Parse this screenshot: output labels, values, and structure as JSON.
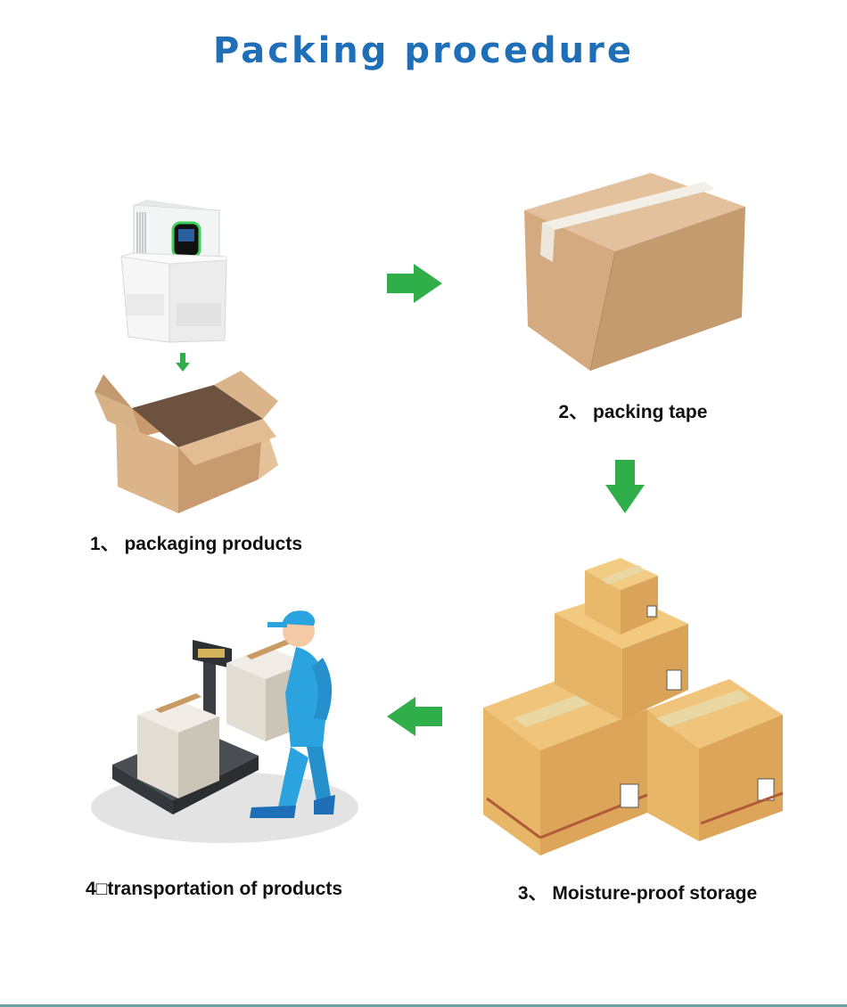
{
  "title": "Packing procedure",
  "steps": [
    {
      "label": "1、 packaging products"
    },
    {
      "label": "2、 packing tape"
    },
    {
      "label": "3、 Moisture-proof storage"
    },
    {
      "label": "4□transportation of products"
    }
  ],
  "colors": {
    "title": "#1f6fb8",
    "arrow": "#2fae4a",
    "cardboard": "#d1a77d",
    "worker": "#2aa3df"
  },
  "icons": [
    "inverter-in-foam-image",
    "open-carton-image",
    "taped-carton-image",
    "stacked-boxes-image",
    "worker-with-scale-image",
    "arrow-right-icon",
    "arrow-down-icon",
    "arrow-left-icon"
  ]
}
